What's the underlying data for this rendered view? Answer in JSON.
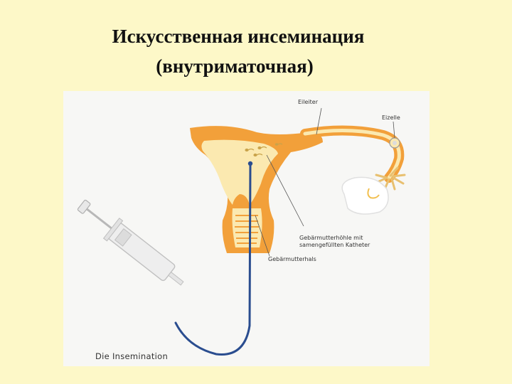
{
  "slide": {
    "title_line1": "Искусственная инсеминация",
    "title_line2": "(внутриматочная)"
  },
  "diagram": {
    "labels": {
      "eileiter": "Eileiter",
      "eizelle": "Eizelle",
      "cavity_line1": "Gebärmutterhöhle mit",
      "cavity_line2": "samengefüllten Katheter",
      "cervix": "Gebärmutterhals",
      "caption": "Die Insemination"
    },
    "colors": {
      "slide_background": "#fdf8c8",
      "panel_background": "#f7f7f5",
      "uterus_wall": "#f2a03a",
      "uterus_inner": "#fbe9b0",
      "catheter": "#2a4d8f"
    }
  }
}
